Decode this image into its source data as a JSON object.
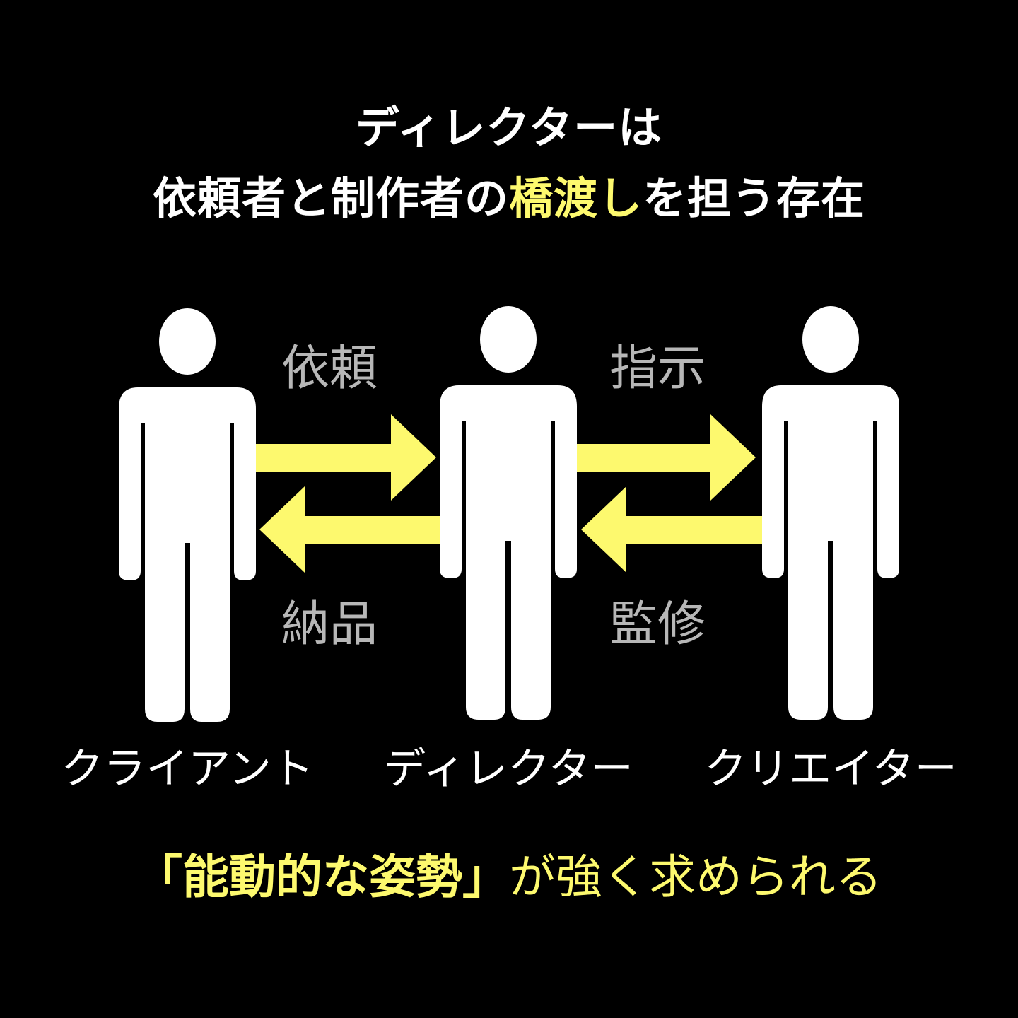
{
  "heading": {
    "line1": "ディレクターは",
    "line2_a": "依頼者と制作者の",
    "line2_highlight": "橋渡し",
    "line2_b": "を担う存在"
  },
  "flows": {
    "request": "依頼",
    "delivery": "納品",
    "instruction": "指示",
    "supervision": "監修"
  },
  "people": {
    "client": "クライアント",
    "director": "ディレクター",
    "creator": "クリエイター"
  },
  "footer": {
    "strong": "「能動的な姿勢」",
    "rest": "が強く求められる"
  },
  "colors": {
    "background": "#000000",
    "figure": "#ffffff",
    "arrow": "#fdf96e",
    "highlight": "#fdf96e",
    "flow_label": "#b7b7b7"
  }
}
